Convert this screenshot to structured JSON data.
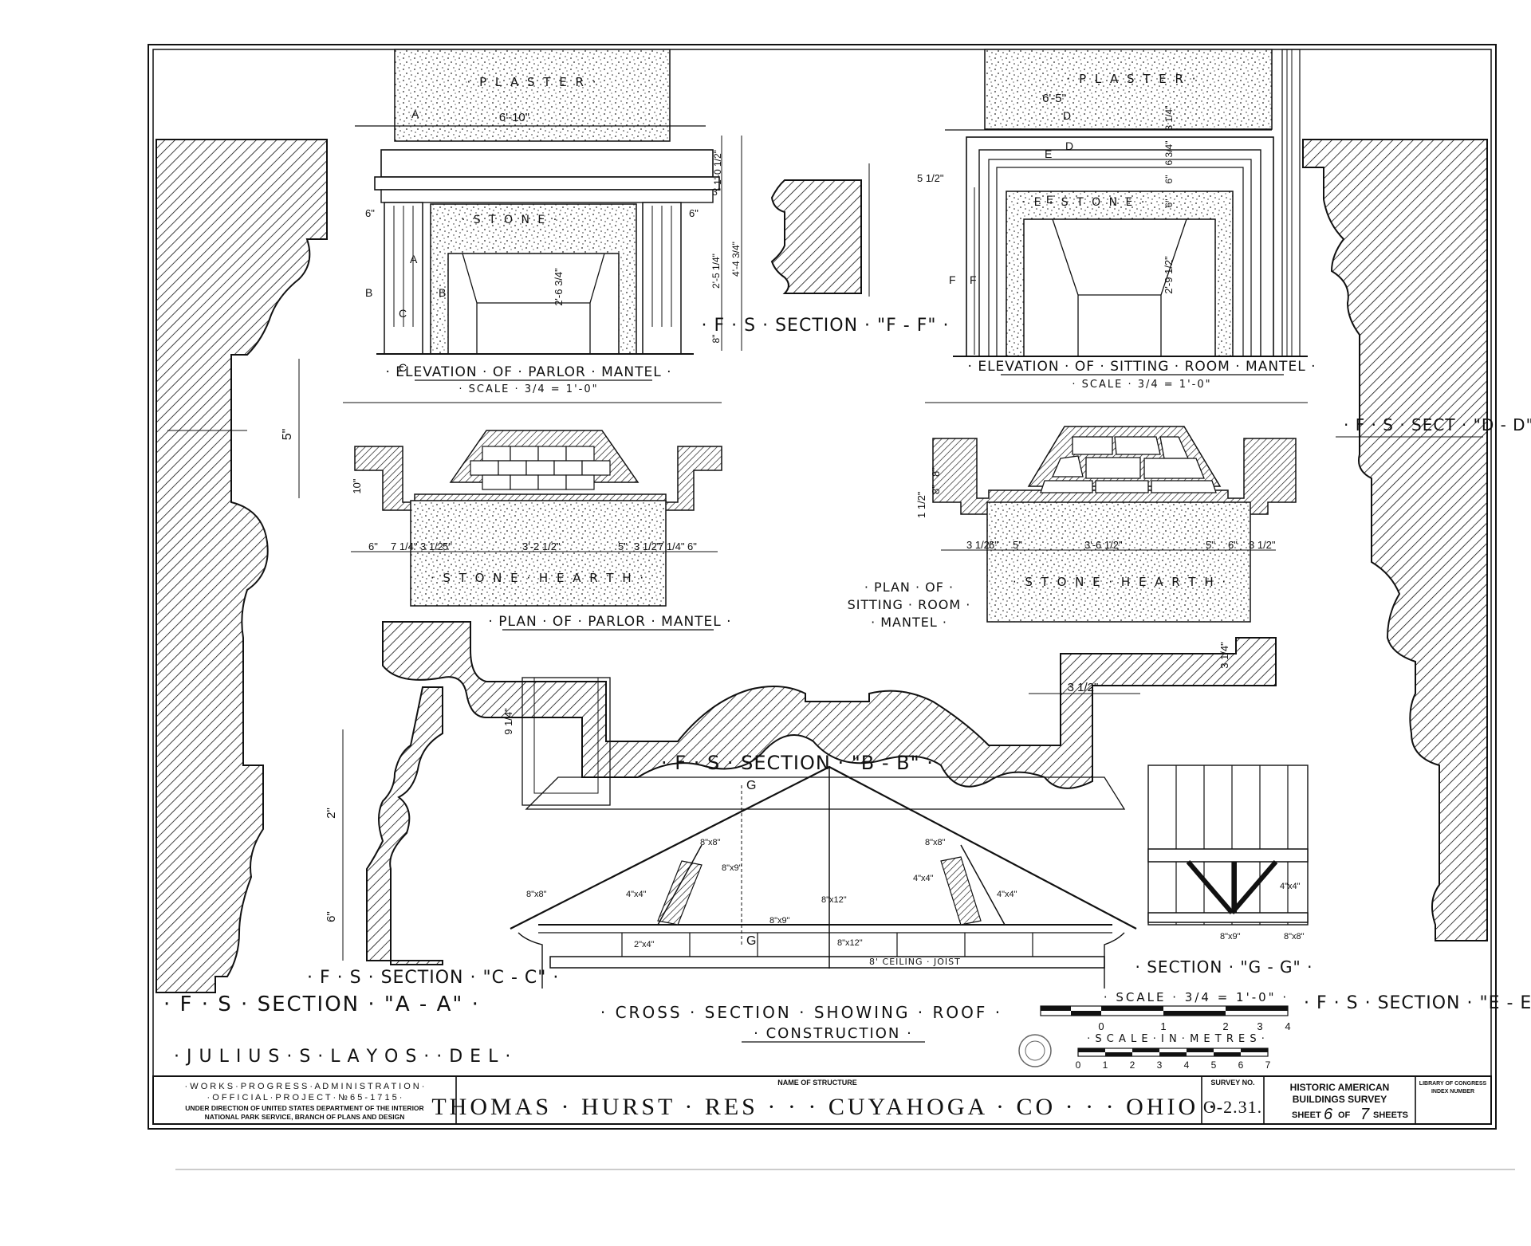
{
  "drawing": {
    "parlor": {
      "plaster": "· P L A S T E R ·",
      "width_dim": "6'-10\"",
      "stone": "· S T O N E ·",
      "title": "· ELEVATION · OF · PARLOR · MANTEL ·",
      "scale": "· SCALE · 3/4 = 1'-0\"",
      "plan_title": "· PLAN · OF · PARLOR · MANTEL ·",
      "hearth": "· S T O N E · H E A R T H ·",
      "dims_right": [
        "1'-0 1/2\"",
        "3\"",
        "2'-5 1/4\"",
        "4'-4 3/4\"",
        "8\""
      ],
      "dim_opening": "2'-6 3/4\"",
      "dim_side_left": "6\"",
      "dim_side_right": "6\"",
      "plan_dims": [
        "6\"",
        "7 1/4\"",
        "3 1/2\"",
        "5\"",
        "3'-2 1/2\"",
        "5\"",
        "3 1/2\"",
        "7 1/4\"",
        "6\""
      ],
      "plan_depth": "10\"",
      "markers": [
        "A",
        "A",
        "B",
        "B",
        "C",
        "C"
      ]
    },
    "sitting": {
      "plaster": "· P L A S T E R ·",
      "width_dim": "6'-5\"",
      "stone": "· E · S T O N E ·",
      "title": "· ELEVATION · OF · SITTING · ROOM · MANTEL ·",
      "scale": "· SCALE · 3/4 = 1'-0\"",
      "plan_title_lines": [
        "· PLAN · OF ·",
        "SITTING · ROOM ·",
        "· MANTEL ·"
      ],
      "hearth": "· S T O N E · H E A R T H ·",
      "dim_opening": "2'-9 1/2\"",
      "dims_right": [
        "3 1/4\"",
        "6 3/4\"",
        "6\"",
        "6\""
      ],
      "dim_left": "5 1/2\"",
      "plan_dims": [
        "3 1/2\"",
        "6\"",
        "5\"",
        "3'-6 1/2\"",
        "5\"",
        "6\"",
        "3 1/2\""
      ],
      "plan_depth": [
        "8\"",
        "8\"",
        "1 1/2\""
      ],
      "markers": [
        "D",
        "D",
        "E",
        "E",
        "F",
        "F"
      ]
    },
    "sections": {
      "ff": "· F · S · SECTION · \"F - F\" ·",
      "aa": "· F · S · SECTION · \"A - A\" ·",
      "aa_dim": "5\"",
      "cc": "· F · S · SECTION · \"C - C\" ·",
      "cc_dims": [
        "2\"",
        "6\""
      ],
      "bb": "· F · S · SECTION · \"B - B\" ·",
      "bb_dims": [
        "9 1/4\"",
        "3 1/2\"",
        "3 1/4\""
      ],
      "dd": "· F · S · SECT · \"D - D\" ·",
      "ee": "· F · S · SECTION · \"E - E\" ·",
      "gg": "· SECTION · \"G - G\" ·"
    },
    "roof": {
      "title_line1": "· CROSS · SECTION · SHOWING · ROOF ·",
      "title_line2": "· CONSTRUCTION ·",
      "labels": [
        "8\"x8\"",
        "8\"x9\"",
        "4\"x4\"",
        "8\"x8\"",
        "4\"x4\"",
        "4\"x4\"",
        "8\"x8\"",
        "8\"x12\"",
        "8\"x9\"",
        "2\"x4\"",
        "8\"x12\"",
        "8' CEILING · JOIST"
      ],
      "marker": "G",
      "gg_labels": [
        "4\"x4\"",
        "8\"x9\"",
        "8\"x8\""
      ]
    },
    "scales": {
      "feet_label": "· SCALE · 3/4 = 1'-0\" ·",
      "feet_ticks": [
        "0",
        "1",
        "2",
        "3",
        "4"
      ],
      "metres_label": "· S C A L E · I N · M E T R E S ·",
      "metres_ticks": [
        "0",
        "1",
        "2",
        "3",
        "4",
        "5",
        "6",
        "7"
      ]
    },
    "delineator": "· J U L I U S · S · L A Y O S · · D E L ·"
  },
  "title_block": {
    "agency_line1": "· W O R K S · P R O G R E S S · A D M I N I S T R A T I O N ·",
    "agency_line2": "· O F F I C I A L · P R O J E C T · № 6 5 - 1 7 1 5 ·",
    "agency_line3": "UNDER DIRECTION OF UNITED STATES DEPARTMENT OF THE INTERIOR",
    "agency_line4": "NATIONAL PARK SERVICE, BRANCH OF PLANS AND DESIGN",
    "name_label": "NAME OF STRUCTURE",
    "structure": "THOMAS · HURST · RES ·  ·  · CUYAHOGA · CO ·  ·  · OHIO ·",
    "survey_label": "SURVEY NO.",
    "survey_no": "O-2.31.",
    "habs_line1": "HISTORIC AMERICAN",
    "habs_line2": "BUILDINGS SURVEY",
    "sheet_prefix": "SHEET",
    "sheet_no": "6",
    "sheet_of": "OF",
    "sheet_total": "7",
    "sheet_suffix": "SHEETS",
    "loc_line1": "LIBRARY OF CONGRESS",
    "loc_line2": "INDEX NUMBER"
  }
}
